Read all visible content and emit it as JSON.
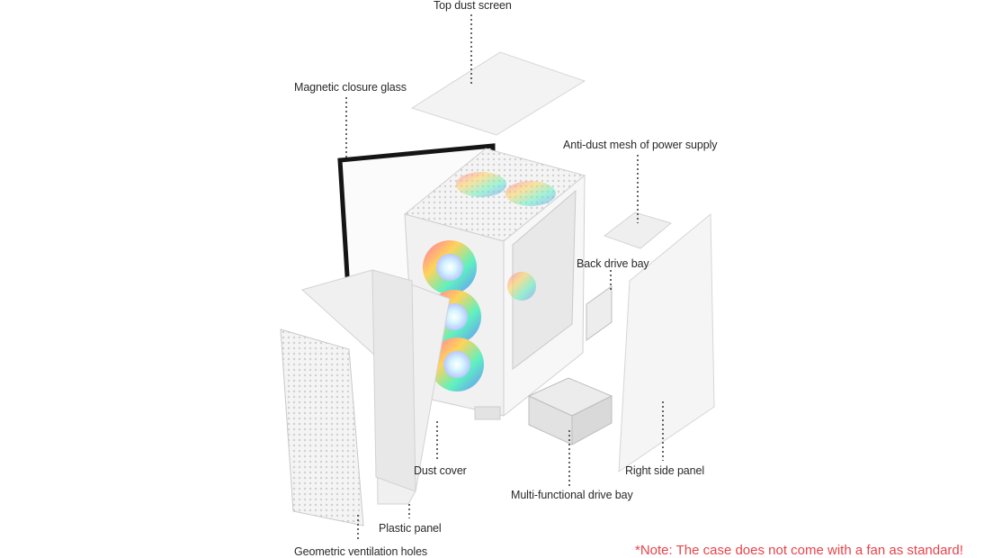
{
  "labels": {
    "top_dust_screen": "Top dust screen",
    "magnetic_closure_glass": "Magnetic closure glass",
    "anti_dust_mesh": "Anti-dust mesh of power supply",
    "back_drive_bay": "Back drive bay",
    "dust_cover": "Dust cover",
    "right_side_panel": "Right side panel",
    "multi_functional_drive_bay": "Multi-functional drive bay",
    "plastic_panel": "Plastic panel",
    "geometric_ventilation_holes": "Geometric ventilation holes"
  },
  "note": "*Note: The case does not come with a fan as standard!",
  "colors": {
    "label_text": "#2a2a2a",
    "note_text": "#e8434b",
    "panel_white": "#f2f2f2",
    "glass_frame": "#111111",
    "leader_line": "#333333"
  }
}
